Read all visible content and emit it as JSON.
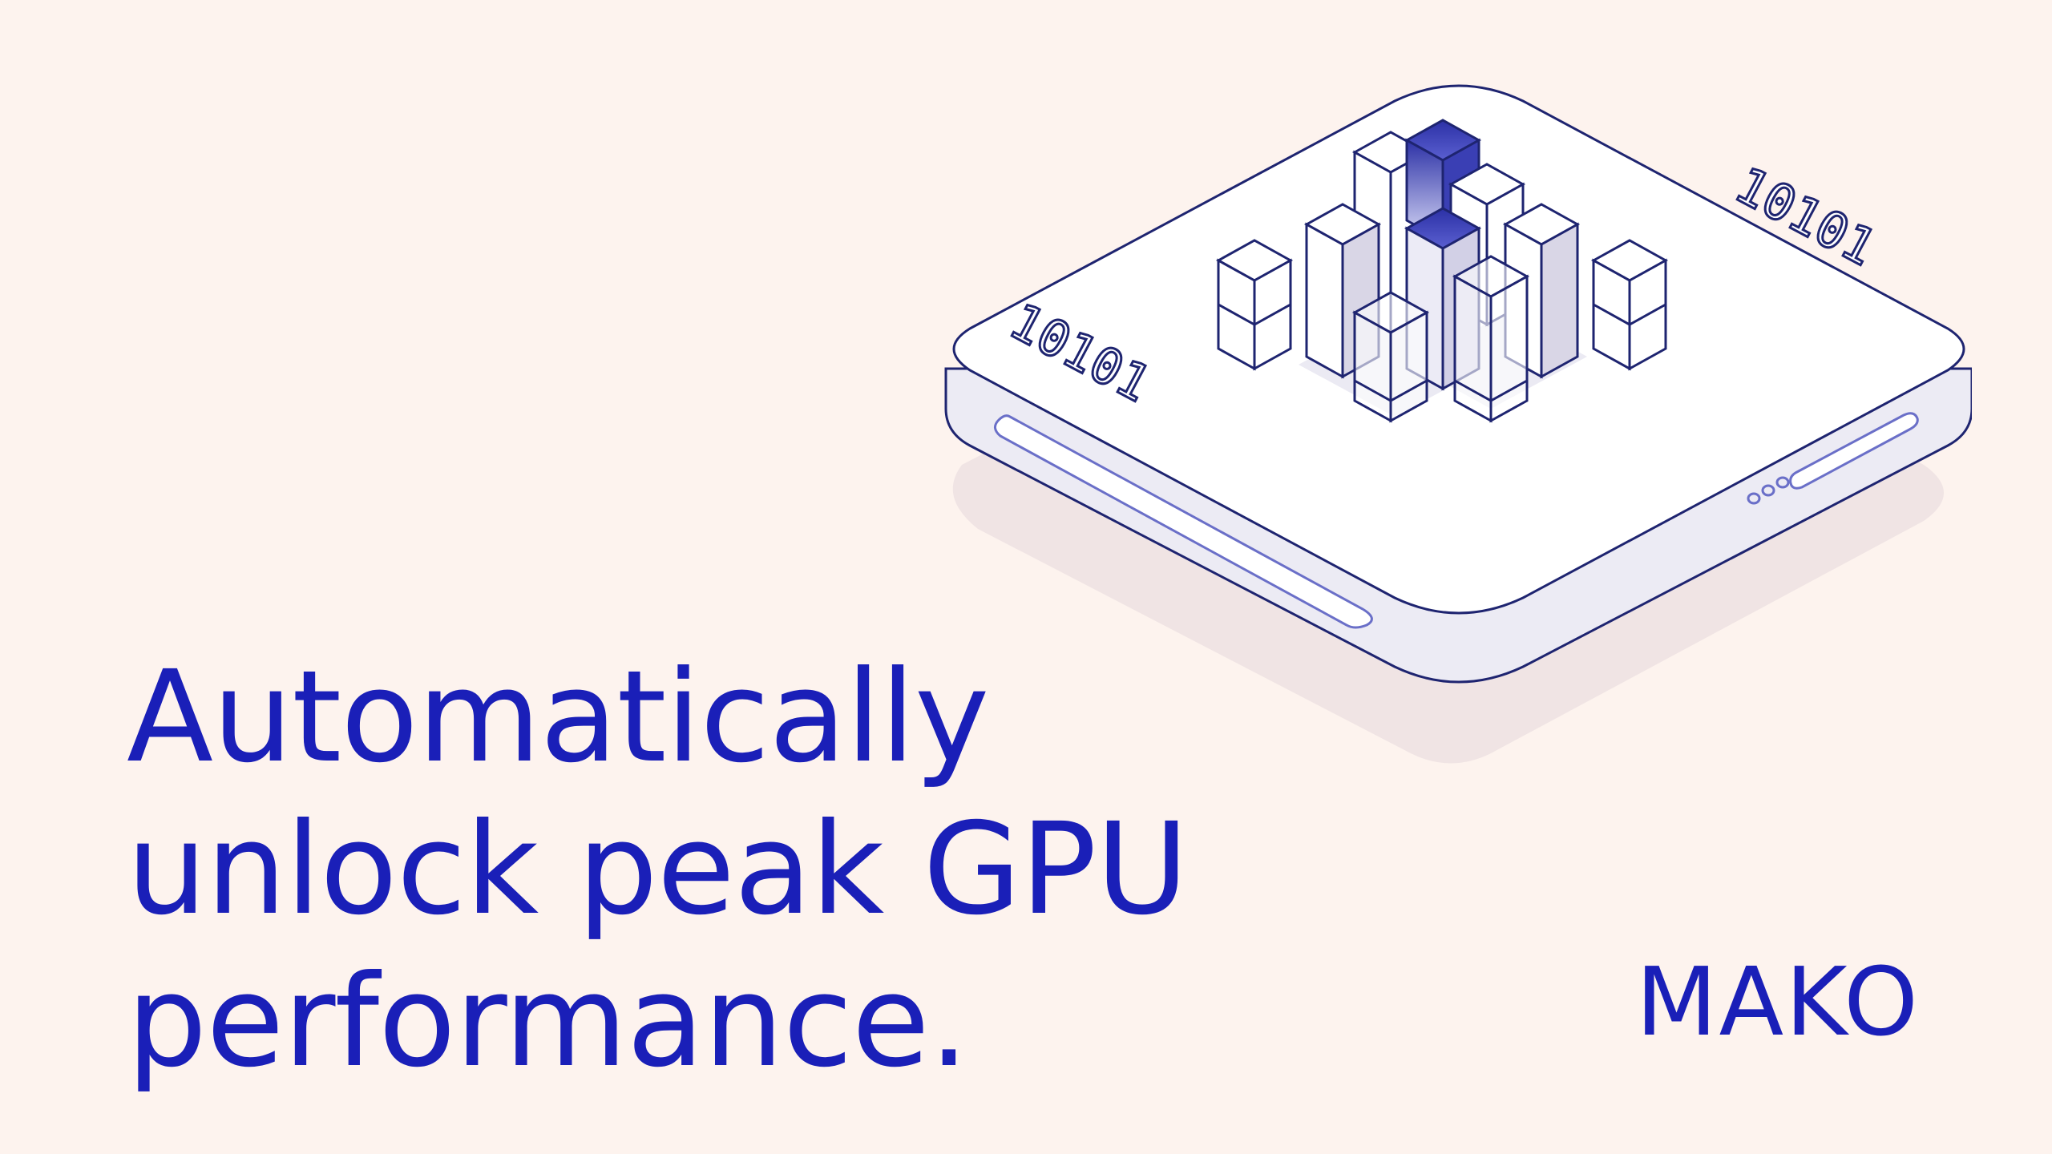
{
  "headline": {
    "line1": "Automatically",
    "line2": "unlock peak GPU",
    "line3": "performance."
  },
  "brand": {
    "name": "MAKO"
  },
  "illustration": {
    "left_code": "10101",
    "right_code": "10101",
    "icon": "gpu-server-chart-icon"
  },
  "colors": {
    "background": "#fdf3ee",
    "accent": "#1a1fb8",
    "outline": "#1e2470",
    "highlight": "#2b2fa8"
  }
}
